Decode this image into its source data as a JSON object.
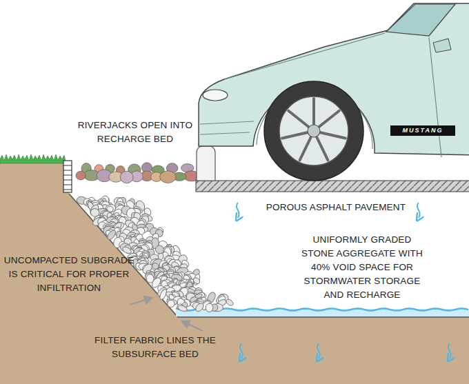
{
  "diagram": {
    "nodes": [
      {
        "text": [
          "MUSTANG"
        ]
      }
    ],
    "labels": [
      "RIVERJACKS OPEN INTO RECHARGE BED",
      "POROUS ASPHALT PAVEMENT",
      "UNIFORMLY GRADED STONE AGGREGATE WITH 40% VOID SPACE FOR STORMWATER STORAGE AND RECHARGE",
      "UNCOMPACTED SUBGRADE IS CRITICAL FOR PROPER INFILTRATION",
      "FILTER FABRIC LINES THE SUBSURFACE BED"
    ]
  }
}
